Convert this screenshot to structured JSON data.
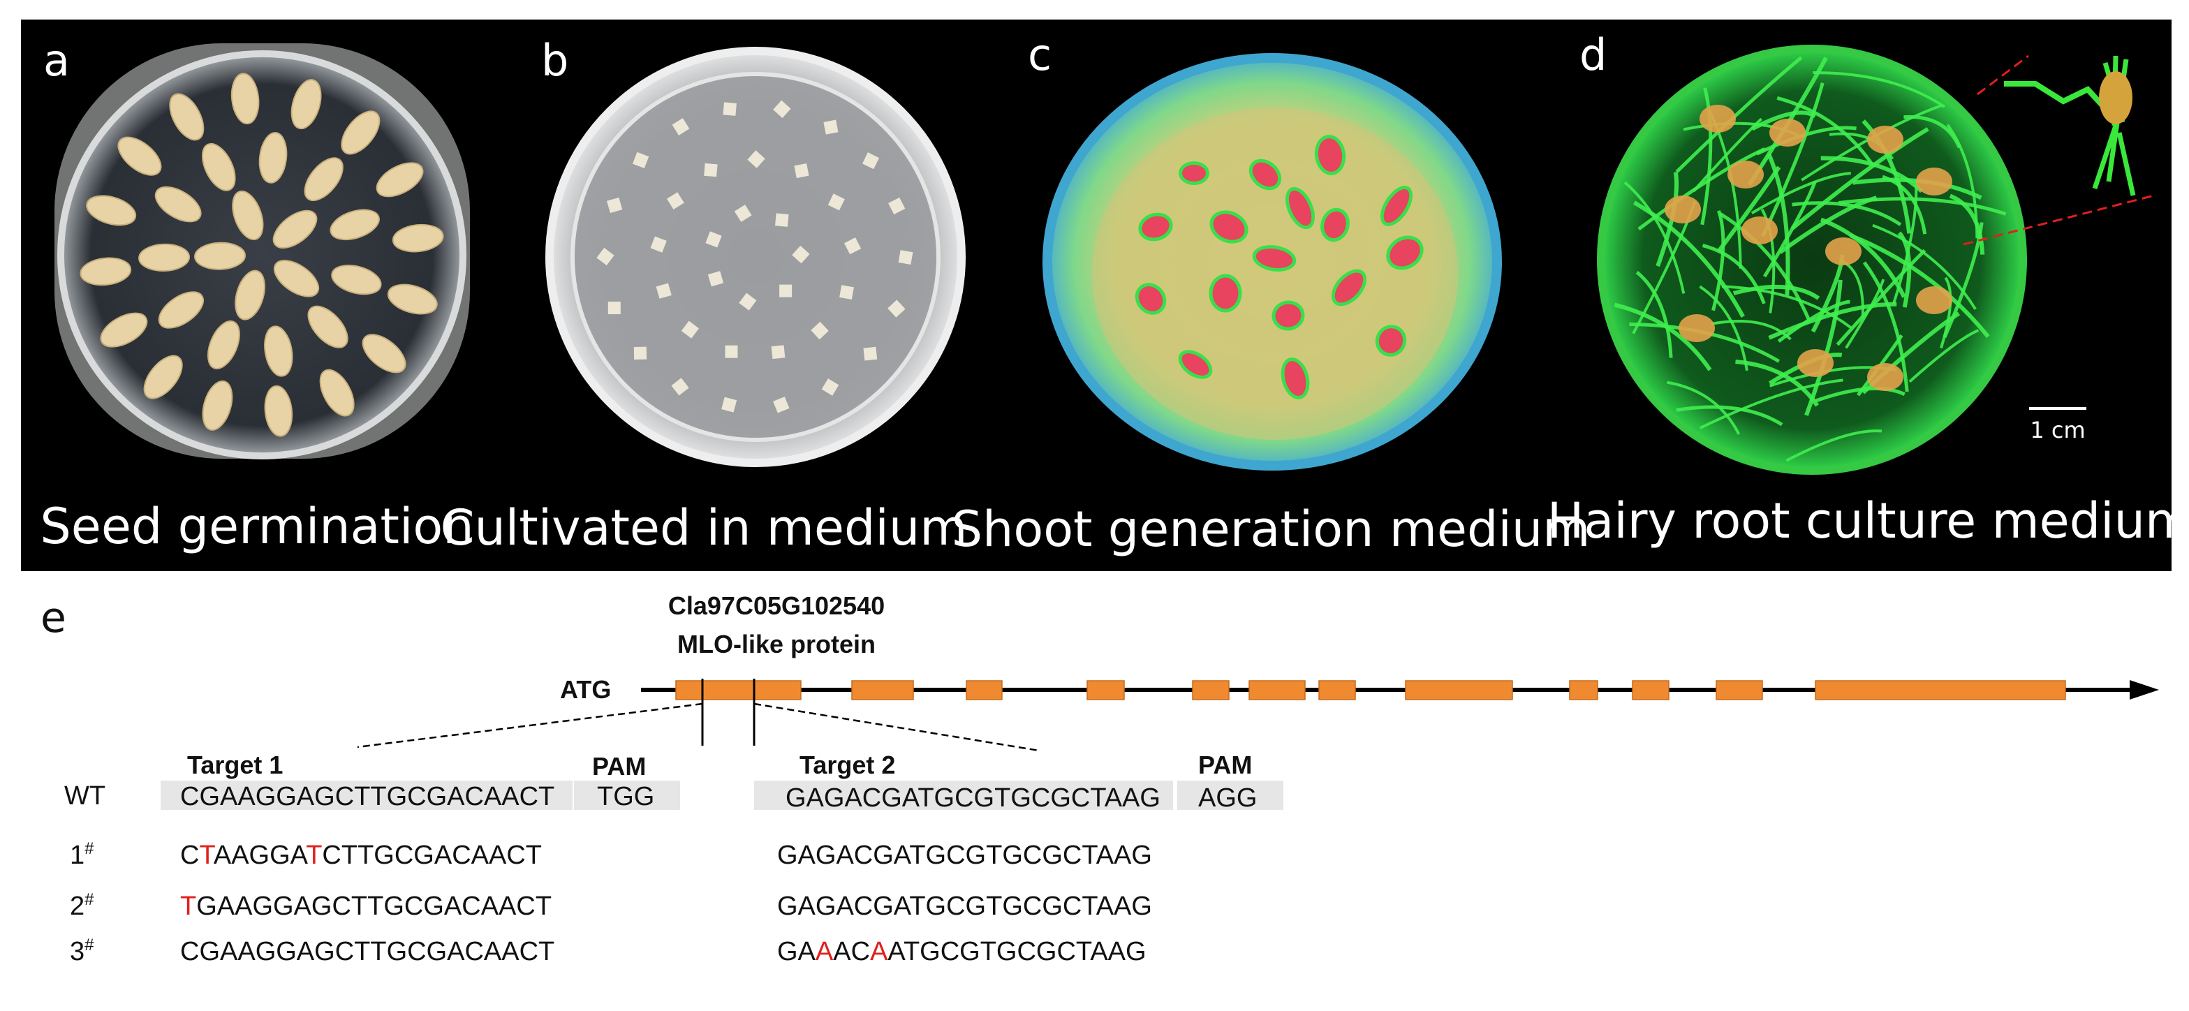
{
  "panels": [
    {
      "letter": "a",
      "caption": "Seed germination"
    },
    {
      "letter": "b",
      "caption": "Cultivated in medium"
    },
    {
      "letter": "c",
      "caption": "Shoot generation medium"
    },
    {
      "letter": "d",
      "caption": "Hairy root culture medium"
    }
  ],
  "scale_bar": "1 cm",
  "panel_e": {
    "letter": "e",
    "gene_id": "Cla97C05G102540",
    "gene_desc": "MLO-like protein",
    "start_codon": "ATG",
    "target1_label": "Target 1",
    "target2_label": "Target 2",
    "pam_label": "PAM",
    "wt_label": "WT",
    "wt_target1": "CGAAGGAGCTTGCGACAACT",
    "wt_pam1": "TGG",
    "wt_target2": "GAGACGATGCGTGCGCTAAG",
    "wt_pam2": "AGG",
    "lines": [
      {
        "label": "1",
        "sup": "#",
        "t1": [
          {
            "t": "C"
          },
          {
            "t": "T",
            "m": true
          },
          {
            "t": "AAGGA"
          },
          {
            "t": "T",
            "m": true
          },
          {
            "t": "CTTGCGACAACT"
          }
        ],
        "t2": [
          {
            "t": "GAGACGATGCGTGCGCTAAG"
          }
        ]
      },
      {
        "label": "2",
        "sup": "#",
        "t1": [
          {
            "t": "T",
            "m": true
          },
          {
            "t": "GAAGGAGCTTGCGACAACT"
          }
        ],
        "t2": [
          {
            "t": "GAGACGATGCGTGCGCTAAG"
          }
        ]
      },
      {
        "label": "3",
        "sup": "#",
        "t1": [
          {
            "t": "CGAAGGAGCTTGCGACAACT"
          }
        ],
        "t2": [
          {
            "t": "GA"
          },
          {
            "t": "A",
            "m": true
          },
          {
            "t": "AC"
          },
          {
            "t": "A",
            "m": true
          },
          {
            "t": "ATGCGTGCGCTAAG"
          }
        ]
      }
    ]
  },
  "colors": {
    "photo_background": "#000000",
    "exon": "#f08a30",
    "mutation": "#e0201c",
    "sequence_box": "#e6e6e6",
    "fluorescence": "#39e83a"
  }
}
